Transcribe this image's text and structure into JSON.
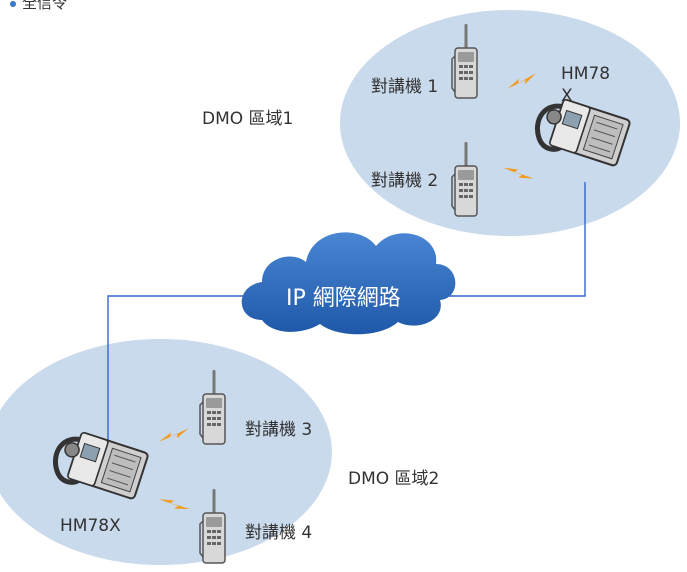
{
  "header": {
    "text": "全信令"
  },
  "zones": [
    {
      "label": "DMO 區域1"
    },
    {
      "label": "DMO 區域2"
    }
  ],
  "network": {
    "label": "IP 網際網路"
  },
  "repeaters": [
    {
      "label": "HM78X",
      "label_line1": "HM78",
      "label_line2": "X"
    },
    {
      "label": "HM78X"
    }
  ],
  "radios": [
    {
      "label": "對講機 1"
    },
    {
      "label": "對講機 2"
    },
    {
      "label": "對講機 3"
    },
    {
      "label": "對講機 4"
    }
  ],
  "colors": {
    "zone_fill": "#c9daec",
    "cloud_fill": "#2e66b6",
    "link_line": "#3366cc",
    "signal": "#f29a1c"
  }
}
